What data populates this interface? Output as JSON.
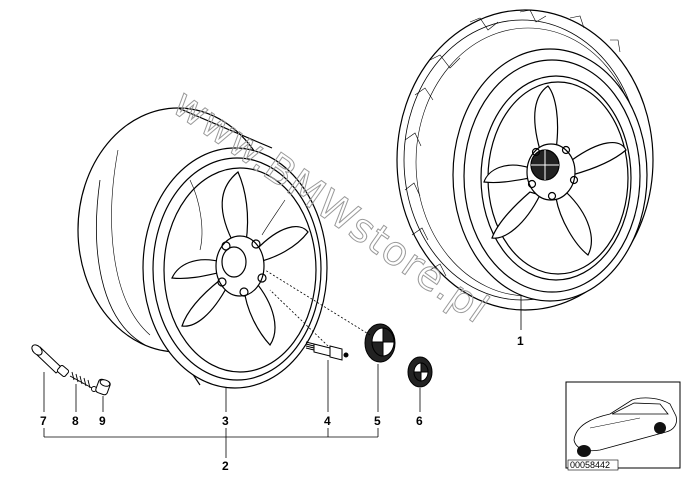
{
  "watermark": "www.BMWstore.pl",
  "reference_code": "00058442",
  "callouts": [
    {
      "id": "1",
      "part": "complete-wheel"
    },
    {
      "id": "2",
      "part": "wheel-set-bracket"
    },
    {
      "id": "3",
      "part": "light-alloy-rim"
    },
    {
      "id": "4",
      "part": "wheel-bolt"
    },
    {
      "id": "5",
      "part": "hub-cap"
    },
    {
      "id": "6",
      "part": "emblem"
    },
    {
      "id": "7",
      "part": "valve"
    },
    {
      "id": "8",
      "part": "valve-insert"
    },
    {
      "id": "9",
      "part": "valve-cap"
    }
  ]
}
